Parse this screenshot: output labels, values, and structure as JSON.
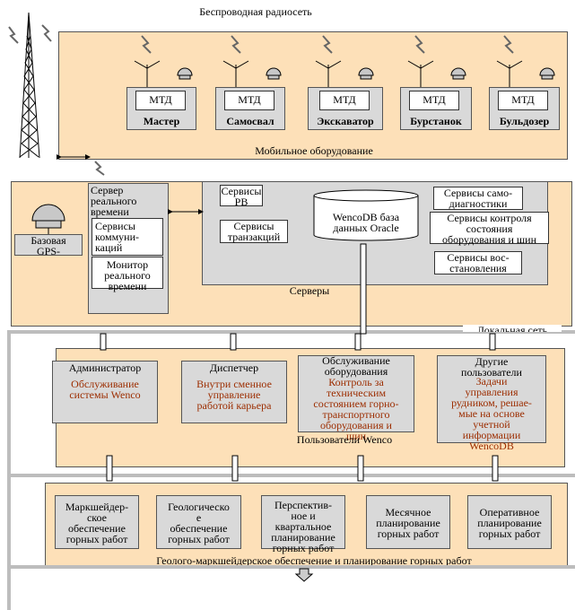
{
  "title": "Беспроводная радиосеть",
  "mobile": {
    "label": "Мобильное оборудование",
    "units": [
      {
        "mtd": "МТД",
        "name": "Мастер"
      },
      {
        "mtd": "МТД",
        "name": "Самосвал"
      },
      {
        "mtd": "МТД",
        "name": "Экскаватор"
      },
      {
        "mtd": "МТД",
        "name": "Бурстанок"
      },
      {
        "mtd": "МТД",
        "name": "Бульдозер"
      }
    ]
  },
  "servers": {
    "label": "Серверы",
    "realtime_server": "Сервер\nреального\nвремени",
    "comm_services": "Сервисы\nкоммуни-\nкаций",
    "realtime_monitor": "Монитор\nреального\nвремени",
    "base_gps": "Базовая\nGPS-",
    "rv_services": "Сервисы\nРВ",
    "transaction_services": "Сервисы\nтранзакций",
    "database": "WencoDB база\nданных Oracle",
    "self_diag": "Сервисы само-\nдиагностики",
    "state_control": "Сервисы контроля\nсостояния\nоборудования и шин",
    "recovery": "Сервисы вос-\nстановления"
  },
  "lan_label": "Локальная сеть",
  "users": {
    "label": "Пользователи Wenco",
    "admin_title": "Администратор",
    "admin_desc": "Обслуживание\nсистемы Wenco",
    "dispatcher_title": "Диспетчер",
    "dispatcher_desc": "Внутри сменное\nуправление\nработой карьера",
    "maint_title": "Обслуживание\nоборудования",
    "maint_desc": "Контроль за\nтехническим\nсостоянием горно-\nтранспортного\nоборудования и\nшин",
    "other_title": "Другие\nпользователи",
    "other_desc": "Задачи\nуправления\nрудником, решае-\nмые на основе\nучетной\nинформации\nWencoDB"
  },
  "planning": {
    "label": "Геолого-маркшейдерское обеспечение и планирование горных работ",
    "boxes": [
      "Маркшейдер-\nское\nобеспечение\nгорных работ",
      "Геологическо\nе\nобеспечение\nгорных работ",
      "Перспектив-\nное и\nквартальное\nпланирование\nгорных работ",
      "Месячное\nпланирование\nгорных работ",
      "Оперативное\nпланирование\nгорных работ"
    ]
  },
  "colors": {
    "zone": "#fde0b8",
    "box": "#d9d9d9",
    "accent_text": "#9c2d00",
    "bus": "#bdbdbd"
  }
}
